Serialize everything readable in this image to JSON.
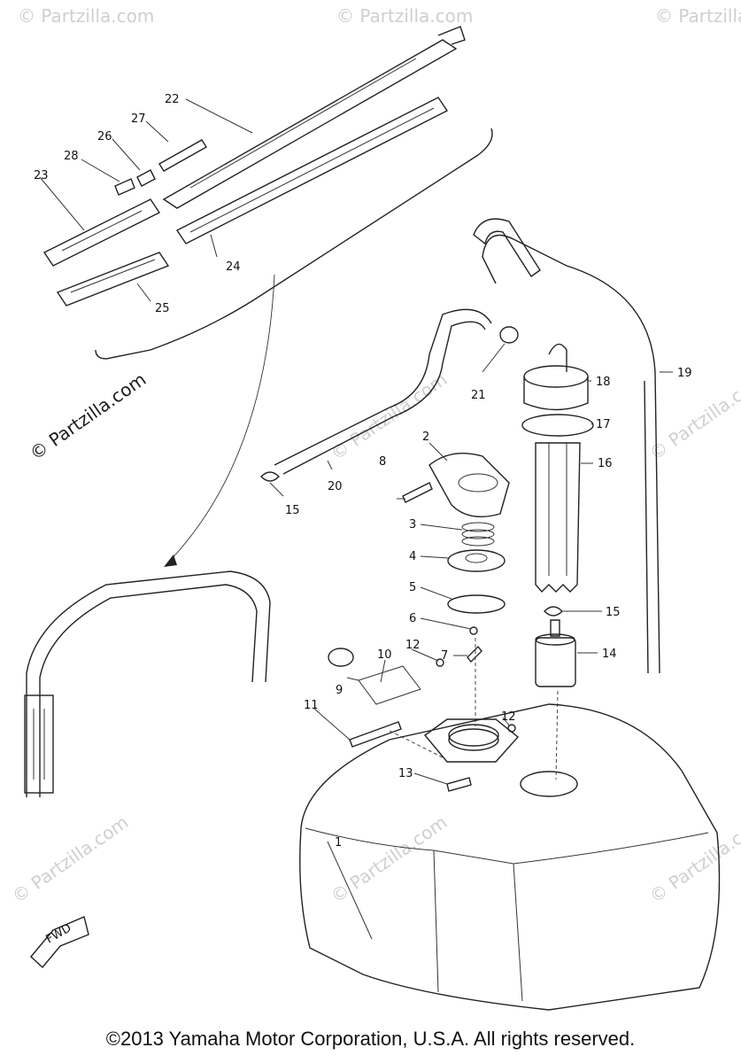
{
  "callouts": [
    "1",
    "2",
    "3",
    "4",
    "5",
    "6",
    "7",
    "8",
    "9",
    "10",
    "11",
    "12",
    "12",
    "13",
    "14",
    "15",
    "15",
    "16",
    "17",
    "18",
    "19",
    "20",
    "21",
    "22",
    "23",
    "24",
    "25",
    "26",
    "27",
    "28"
  ],
  "fwd_label": "FWD",
  "watermark": "© Partzilla.com",
  "copyright": "©2013 Yamaha Motor Corporation, U.S.A. All rights reserved."
}
